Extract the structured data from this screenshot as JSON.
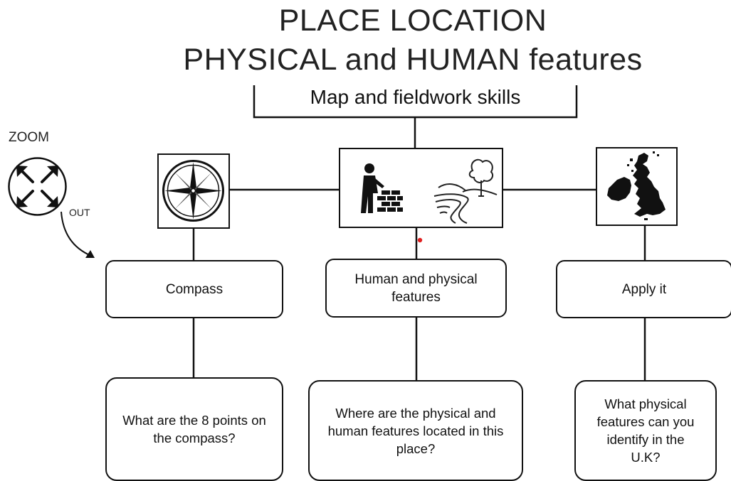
{
  "title": {
    "line1": "PLACE  LOCATION",
    "line2": "PHYSICAL and HUMAN features"
  },
  "header_box": {
    "label": "Map and fieldwork skills"
  },
  "zoom": {
    "label_top": "ZOOM",
    "label_bottom": "OUT"
  },
  "icons": {
    "left": "compass-rose-icon",
    "middle": [
      "builder-with-bricks-icon",
      "river-landscape-icon"
    ],
    "right": "uk-map-icon"
  },
  "columns": [
    {
      "label": "Compass",
      "question": "What are the 8 points on the compass?"
    },
    {
      "label": "Human and physical features",
      "question": "Where are the physical and human features located in this place?"
    },
    {
      "label": "Apply it",
      "question": "What physical features can you identify in the U.K?"
    }
  ]
}
